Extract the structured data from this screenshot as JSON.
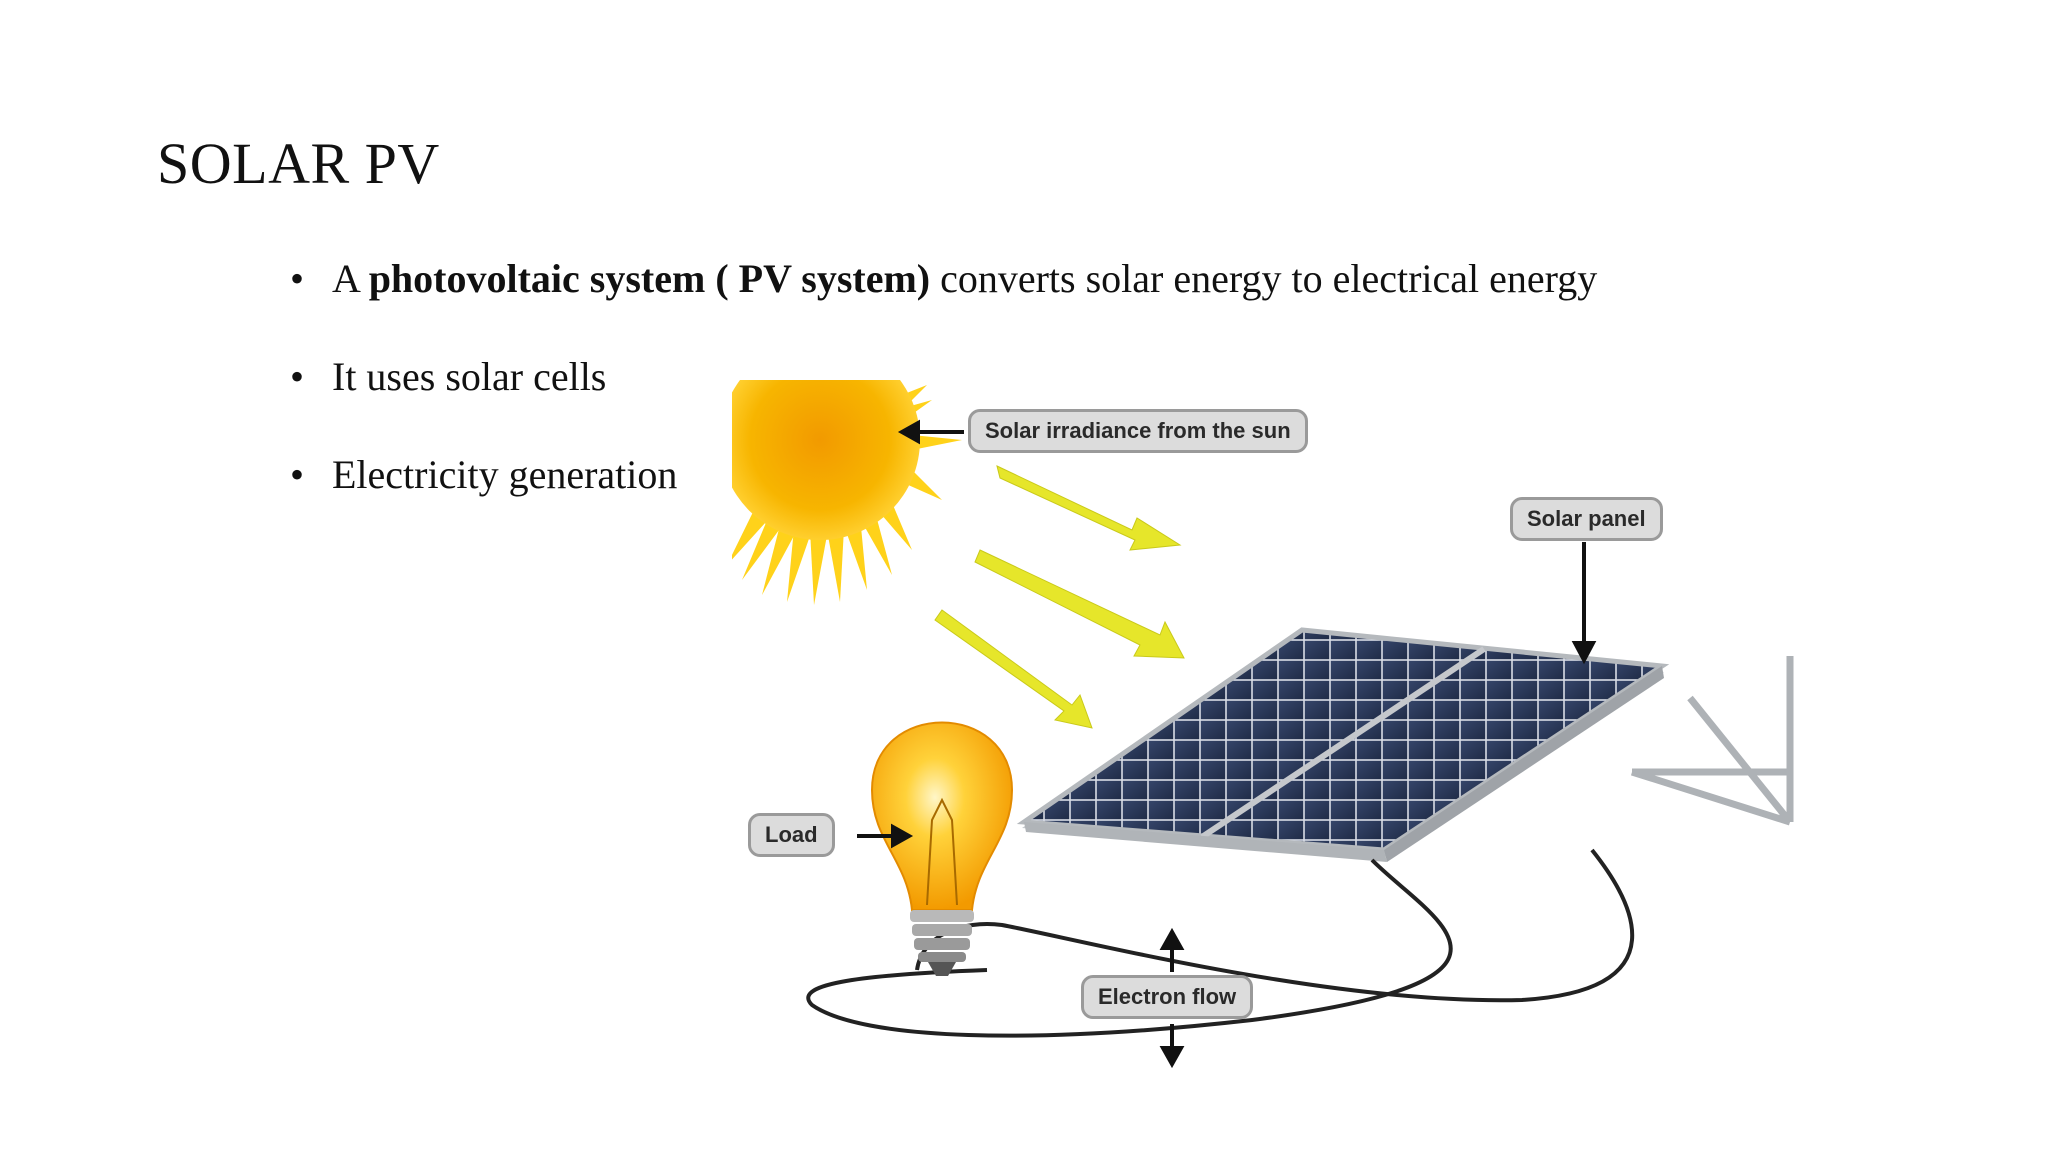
{
  "slide": {
    "title": "SOLAR PV",
    "bullet_symbol": "•",
    "bullets": [
      {
        "pre": "A ",
        "bold": "photovoltaic system ( PV system)",
        "post": " converts solar energy to electrical energy"
      },
      {
        "text": "It uses solar cells"
      },
      {
        "text": "Electricity generation"
      }
    ]
  },
  "diagram": {
    "labels": {
      "sun": "Solar irradiance from the sun",
      "panel": "Solar panel",
      "load": "Load",
      "flow": "Electron flow"
    },
    "colors": {
      "sun_core": "#f7a400",
      "sun_rays": "#ffd21a",
      "light_arrows": "#e6e62a",
      "panel_cells": "#2c3a5a",
      "frame": "#b8bcc0",
      "bulb": "#ffb300",
      "wire": "#222222",
      "label_fill": "#dcdcdc",
      "label_border": "#9a9a9a"
    }
  }
}
